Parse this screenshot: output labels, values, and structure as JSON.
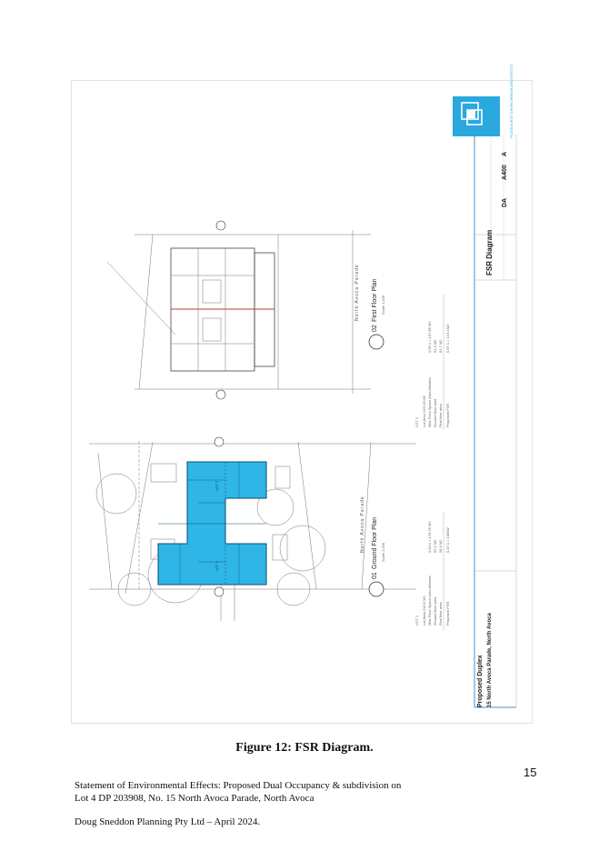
{
  "drawing": {
    "project_name": "Proposed Duplex",
    "project_address": "15 North Avoca Parade, North Avoca",
    "sheet_title": "FSR Diagram",
    "drawing_status": "DA",
    "drawing_number": "A400",
    "revision": "A",
    "firm_name": "PLATEAUEST CHURCHBEAM ARCHITECTS",
    "plan_left_number": "01",
    "plan_left_title": "Ground Floor Plan",
    "plan_left_scale": "Scale 1:200",
    "plan_right_number": "02",
    "plan_right_title": "First Floor Plan",
    "plan_right_scale": "Scale 1:200",
    "street_label_left": "North Avoca Parade",
    "street_label_right": "North Avoca Parade",
    "lot1_label": "LOT 1",
    "lot2_label": "LOT 2",
    "lot1_table": {
      "heading": "LOT 1",
      "rows": [
        "Lot Area 216.5 M2",
        "Max Floor Space Area Allowed",
        "Ground floor area",
        "First floor area",
        "Proposed FSR"
      ],
      "values": [
        "0.54:1 = 123.26 M2",
        "62.2 M2",
        "58.4 M2",
        "0.47:1 = 148M2"
      ]
    },
    "lot2_table": {
      "heading": "LOT 2",
      "rows": [
        "Lot Area 215.19 M2",
        "Max Floor Space Area Allowed",
        "Ground floor area",
        "First floor area",
        "Proposed FSR"
      ],
      "values": [
        "0.55:1 = 107.85 M2",
        "61.4 M2",
        "61.7 M2",
        "0.57:1 = 123.1M2"
      ]
    },
    "colors": {
      "hatch": "#2fb6e6",
      "logo": "#2aa9df",
      "border": "#4a90c8"
    }
  },
  "caption": "Figure 12: FSR Diagram.",
  "page_number": "15",
  "footer": {
    "line1": "Statement of Environmental Effects: Proposed Dual Occupancy & subdivision on",
    "line2": "Lot 4 DP 203908, No. 15 North Avoca Parade, North Avoca",
    "line3": "Doug Sneddon Planning Pty Ltd – April 2024."
  }
}
